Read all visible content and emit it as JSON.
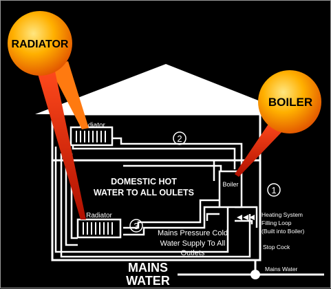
{
  "title": "",
  "callouts": {
    "radiator": "RADIATOR",
    "boiler": "BOILER"
  },
  "labels": {
    "radiator_top": "Radiator",
    "radiator_bottom": "Radiator",
    "boiler_unit": "Boiler",
    "domestic_hot_line1": "DOMESTIC HOT",
    "domestic_hot_line2": "WATER TO ALL OULETS",
    "mains_cold_line1": "Mains Pressure Cold",
    "mains_cold_line2": "Water Supply To All",
    "mains_cold_line3": "Outlets",
    "filling_loop_line1": "Heating System",
    "filling_loop_line2": "Filling Loop",
    "filling_loop_line3": "(Built into Boiler)",
    "stop_cock": "Stop Cock",
    "mains_water_small": "Mains Water",
    "mains_water_big_line1": "MAINS",
    "mains_water_big_line2": "WATER"
  },
  "markers": {
    "one": "1",
    "two": "2",
    "three": "3"
  },
  "colors": {
    "background": "#000000",
    "lines": "#ffffff",
    "bubble_center": "#ffe066",
    "bubble_mid": "#ff9900",
    "bubble_edge": "#e05a00",
    "pointer": "#d8260c"
  }
}
